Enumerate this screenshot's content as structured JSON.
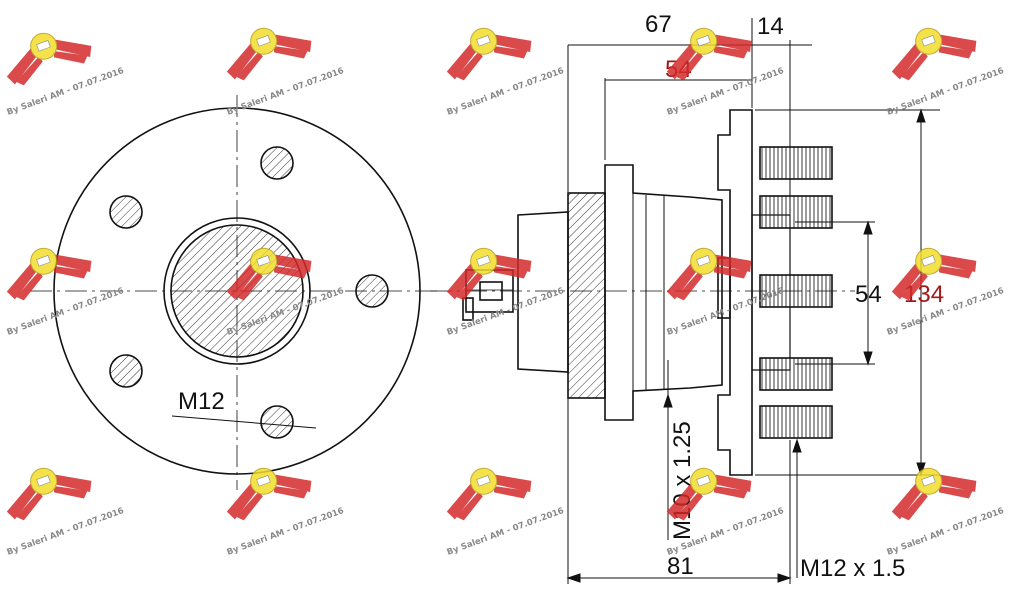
{
  "dimensions": {
    "overall_top": "67",
    "flange_thickness": "14",
    "hub_length": "54",
    "center_bore": "54",
    "bolt_circle": "134",
    "total_length": "81",
    "front_bolt_thread": "M12",
    "sensor_thread": "M10 x 1.25",
    "stud_thread": "M12 x 1.5"
  },
  "watermark": {
    "text": "By Saleri AM - 07.07.2016",
    "logo_color": "#d42a2a",
    "badge_color": "#f2dd2a"
  },
  "colors": {
    "line": "#111111",
    "red_dimension": "#a01818"
  }
}
